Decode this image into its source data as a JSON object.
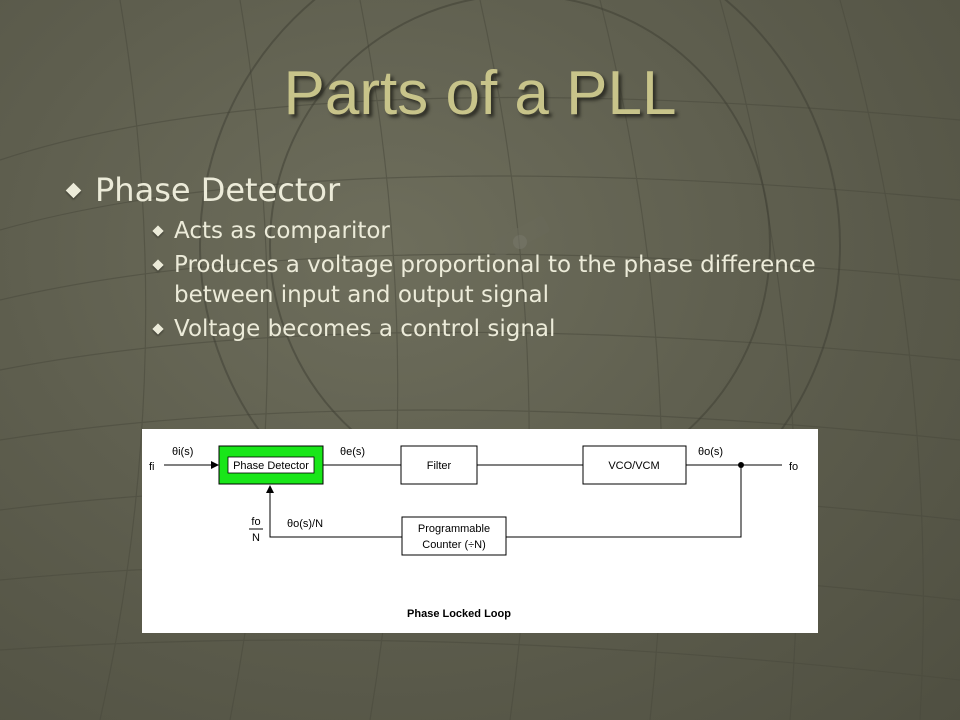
{
  "slide": {
    "title": "Parts of a PLL",
    "bullet": {
      "label": "Phase Detector",
      "sub_items": [
        "Acts as comparitor",
        "Produces a voltage proportional to the phase difference between input and output signal",
        "Voltage becomes a control signal"
      ]
    }
  },
  "diagram": {
    "blocks": {
      "phase_detector": "Phase Detector",
      "filter": "Filter",
      "vco": "VCO/VCM",
      "counter_line1": "Programmable",
      "counter_line2": "Counter (÷N)"
    },
    "signals": {
      "theta_i": "θi(s)",
      "theta_e": "θe(s)",
      "theta_o": "θo(s)",
      "theta_o_n": "θo(s)/N",
      "f_i": "fi",
      "f_o": "fo",
      "fo_over_n_num": "fo",
      "fo_over_n_den": "N"
    },
    "caption": "Phase Locked Loop",
    "colors": {
      "phase_detector_fill": "#19e619"
    }
  }
}
